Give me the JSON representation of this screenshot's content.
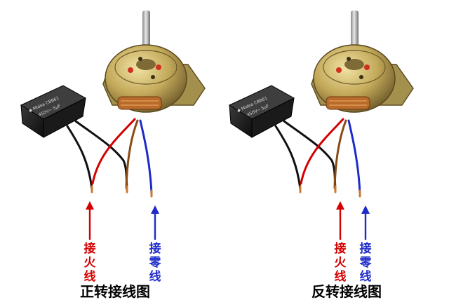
{
  "colors": {
    "live": "#d40000",
    "neutral": "#1e2bc8",
    "brown": "#8a4a14",
    "black": "#111111",
    "copper": "#c8782e",
    "brass": "#b9a055",
    "capacitor": "#1c1c1c"
  },
  "panels": [
    {
      "live_label": "接火线",
      "neutral_label": "接零线",
      "caption": "正转接线图"
    },
    {
      "live_label": "接火线",
      "neutral_label": "接零线",
      "caption": "反转接线图"
    }
  ]
}
